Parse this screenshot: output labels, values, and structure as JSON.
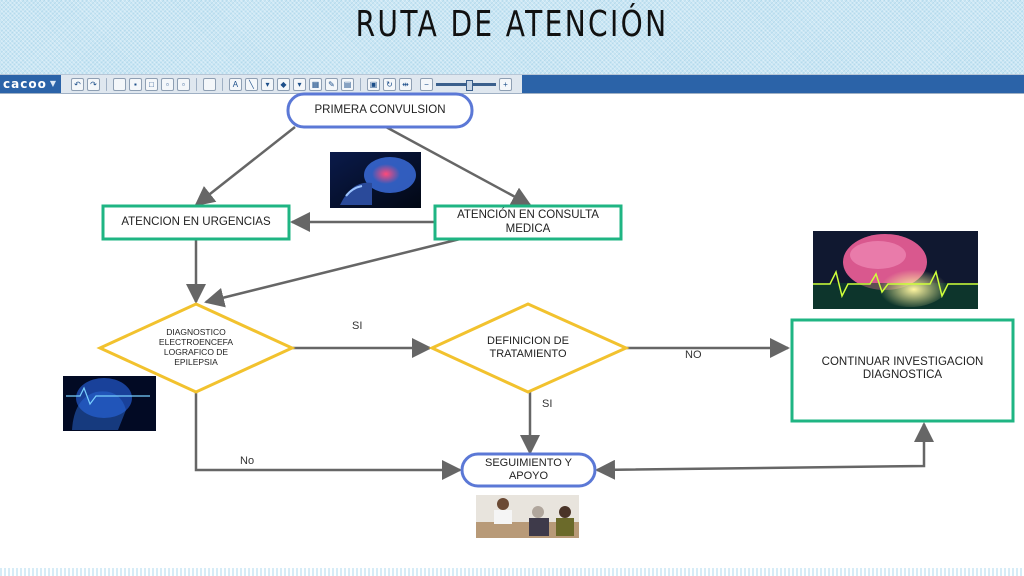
{
  "header": {
    "title": "RUTA DE ATENCIÓN"
  },
  "toolbar": {
    "logo": "cacoo",
    "icons": [
      "undo-icon",
      "redo-icon",
      "new-page-icon",
      "image-icon",
      "shape-icon",
      "connector-icon",
      "table-icon",
      "text-icon",
      "line-icon",
      "fill-icon",
      "pencil-icon",
      "zoom-icon"
    ]
  },
  "diagram": {
    "nodes": {
      "primera": "PRIMERA CONVULSION",
      "urgencias": "ATENCION EN URGENCIAS",
      "consulta": "ATENCIÓN EN CONSULTA MEDICA",
      "diagnostico": "DIAGNOSTICO ELECTROENCEFA LOGRAFICO DE EPILEPSIA",
      "definicion": "DEFINICION DE TRATAMIENTO",
      "continuar": "CONTINUAR INVESTIGACION DIAGNOSTICA",
      "seguimiento": "SEGUIMIENTO Y APOYO"
    },
    "edge_labels": {
      "si_1": "SI",
      "no_1": "NO",
      "si_2": "SI",
      "no_2": "No"
    },
    "colors": {
      "rounded_node": "#5b78d6",
      "process_node": "#1fb583",
      "decision_node": "#f2c22e",
      "arrow": "#666666"
    }
  }
}
